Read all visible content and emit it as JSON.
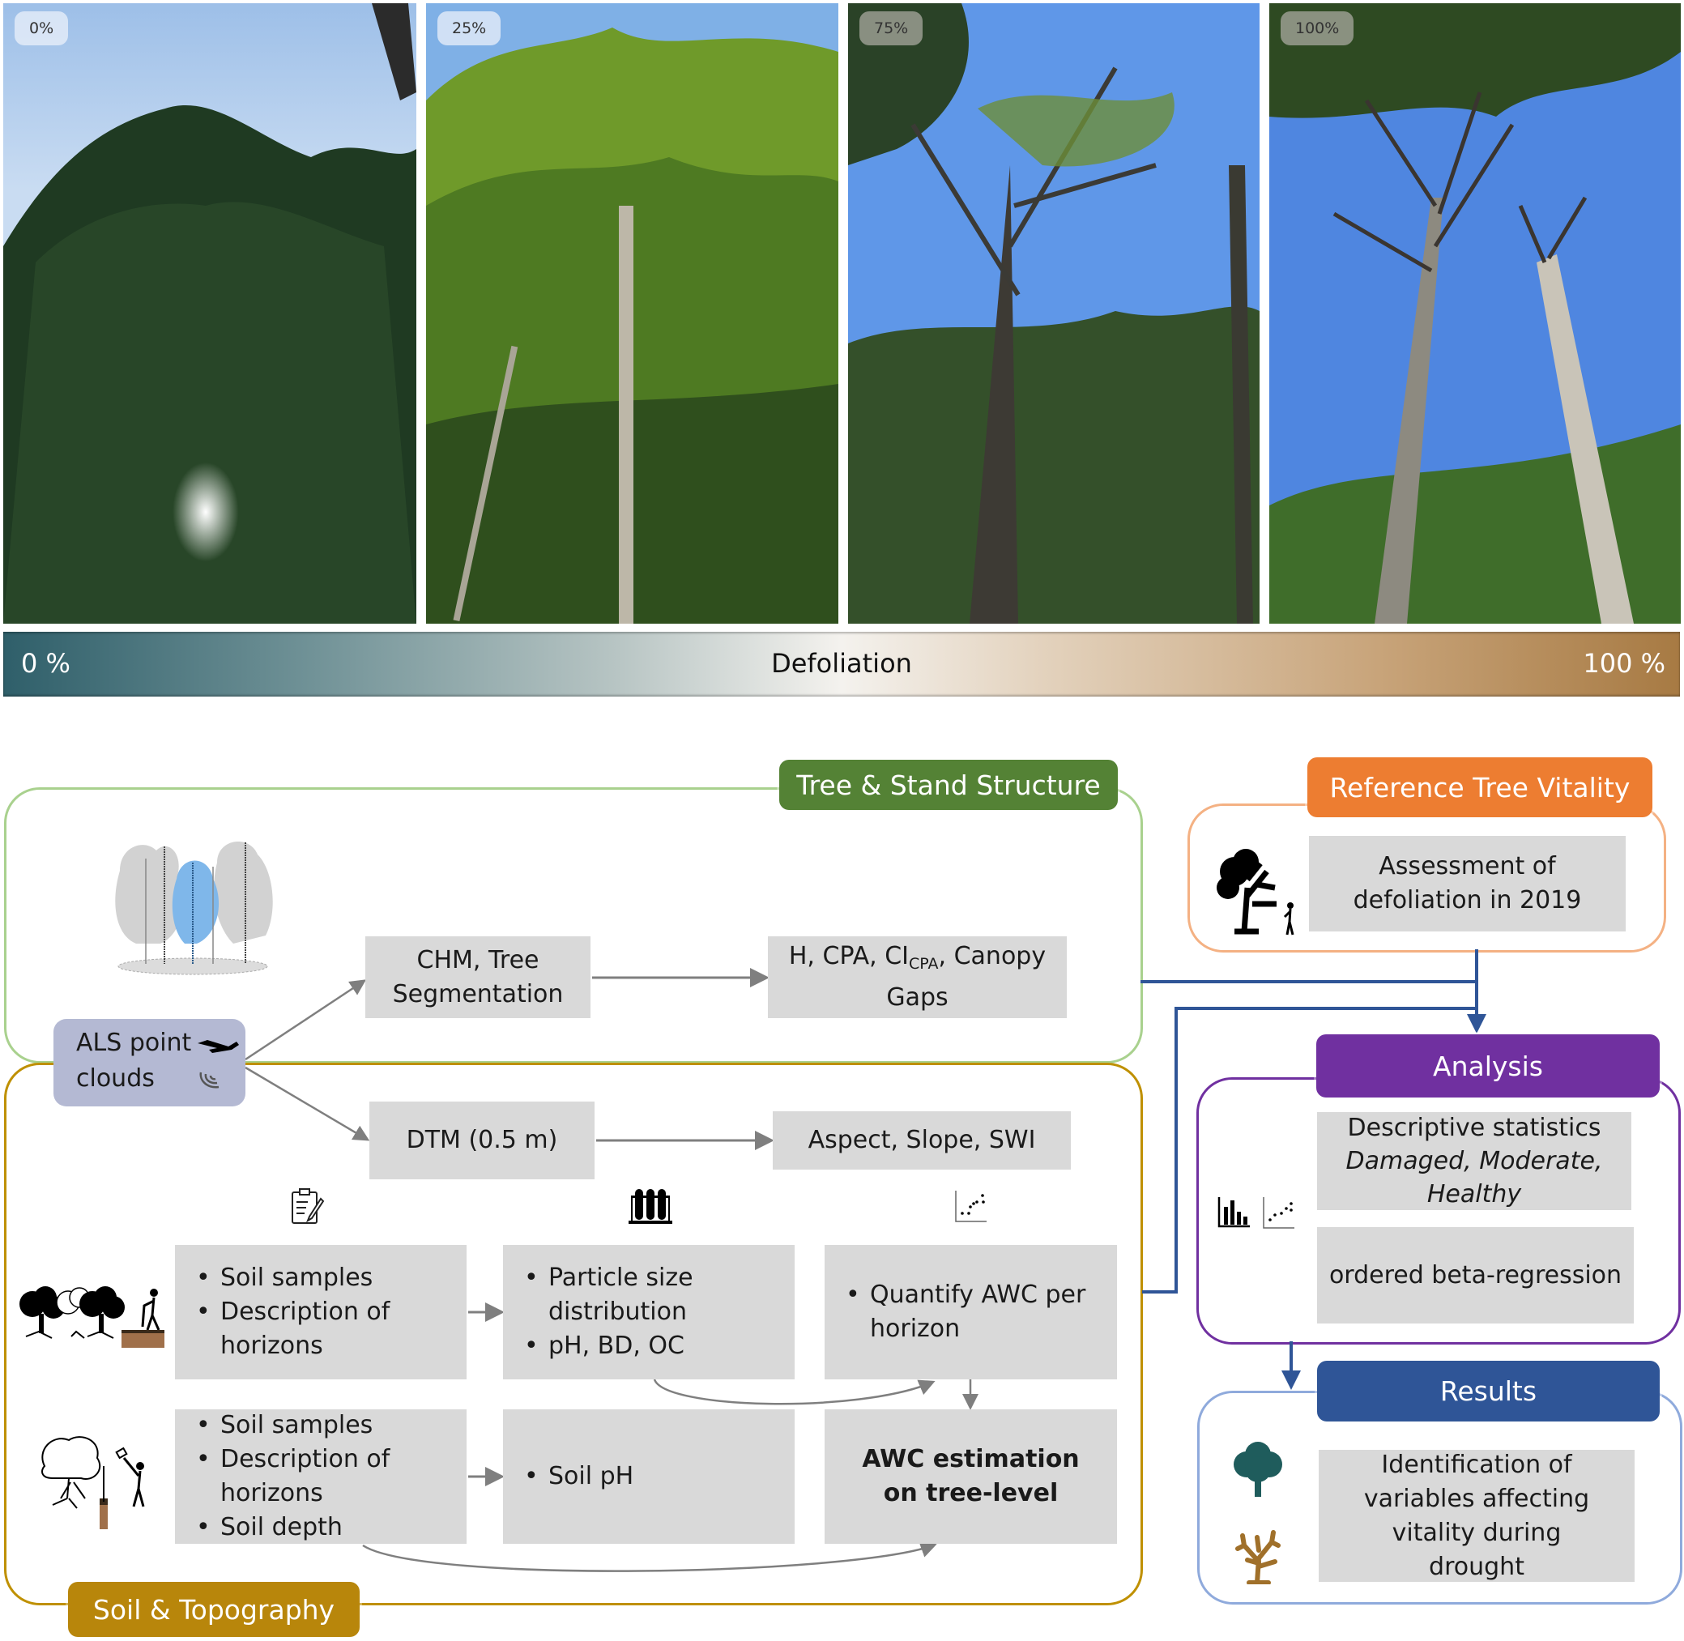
{
  "photos": [
    {
      "label": "0%",
      "description": "dense dark green canopy, sun through leaves"
    },
    {
      "label": "25%",
      "description": "bright green beech canopy"
    },
    {
      "label": "75%",
      "description": "sparse canopy with visible branches"
    },
    {
      "label": "100%",
      "description": "dead bare trees against blue sky"
    }
  ],
  "defoliation_bar": {
    "title": "Defoliation",
    "min_label": "0 %",
    "max_label": "100 %",
    "color_start": "#2f5f6a",
    "color_mid": "#f4f2ee",
    "color_end": "#a77a43"
  },
  "sections": {
    "tree_stand": {
      "title": "Tree & Stand Structure",
      "color": "#548235",
      "frame_color": "#a9d18e",
      "boxes": {
        "chm": "CHM, Tree Segmentation",
        "metrics_pre": "H, CPA, CI",
        "metrics_sub": "CPA",
        "metrics_post": ", Canopy Gaps"
      }
    },
    "als": {
      "label_line1": "ALS point",
      "label_line2": "clouds",
      "color": "#b4b9d3"
    },
    "soil_topo": {
      "title": "Soil & Topography",
      "color": "#b8860b",
      "frame_color": "#bf9000",
      "boxes": {
        "dtm": "DTM (0.5 m)",
        "aspect": "Aspect, Slope, SWI",
        "row1_col1": [
          "Soil samples",
          "Description of horizons"
        ],
        "row1_col2": [
          "Particle size distribution",
          "pH, BD, OC"
        ],
        "row1_col3": [
          "Quantify AWC per horizon"
        ],
        "row2_col1": [
          "Soil samples",
          "Description of horizons",
          "Soil depth"
        ],
        "row2_col2": [
          "Soil pH"
        ],
        "row2_col3": "AWC estimation on tree-level"
      }
    },
    "reference": {
      "title": "Reference Tree Vitality",
      "color": "#ed7d31",
      "frame_color": "#f4b183",
      "box": "Assessment of defoliation in 2019"
    },
    "analysis": {
      "title": "Analysis",
      "color": "#7030a0",
      "box1_line1": "Descriptive statistics",
      "box1_line2": "Damaged, Moderate,",
      "box1_line3": "Healthy",
      "box2": "ordered beta-regression"
    },
    "results": {
      "title": "Results",
      "color": "#2f5597",
      "frame_color": "#8faadc",
      "box": "Identification of variables affecting vitality during drought",
      "healthy_tree_color": "#1f5c5c",
      "dead_tree_color": "#a0702a"
    }
  },
  "connector_color": "#2f5597",
  "arrow_color": "#7f7f7f"
}
